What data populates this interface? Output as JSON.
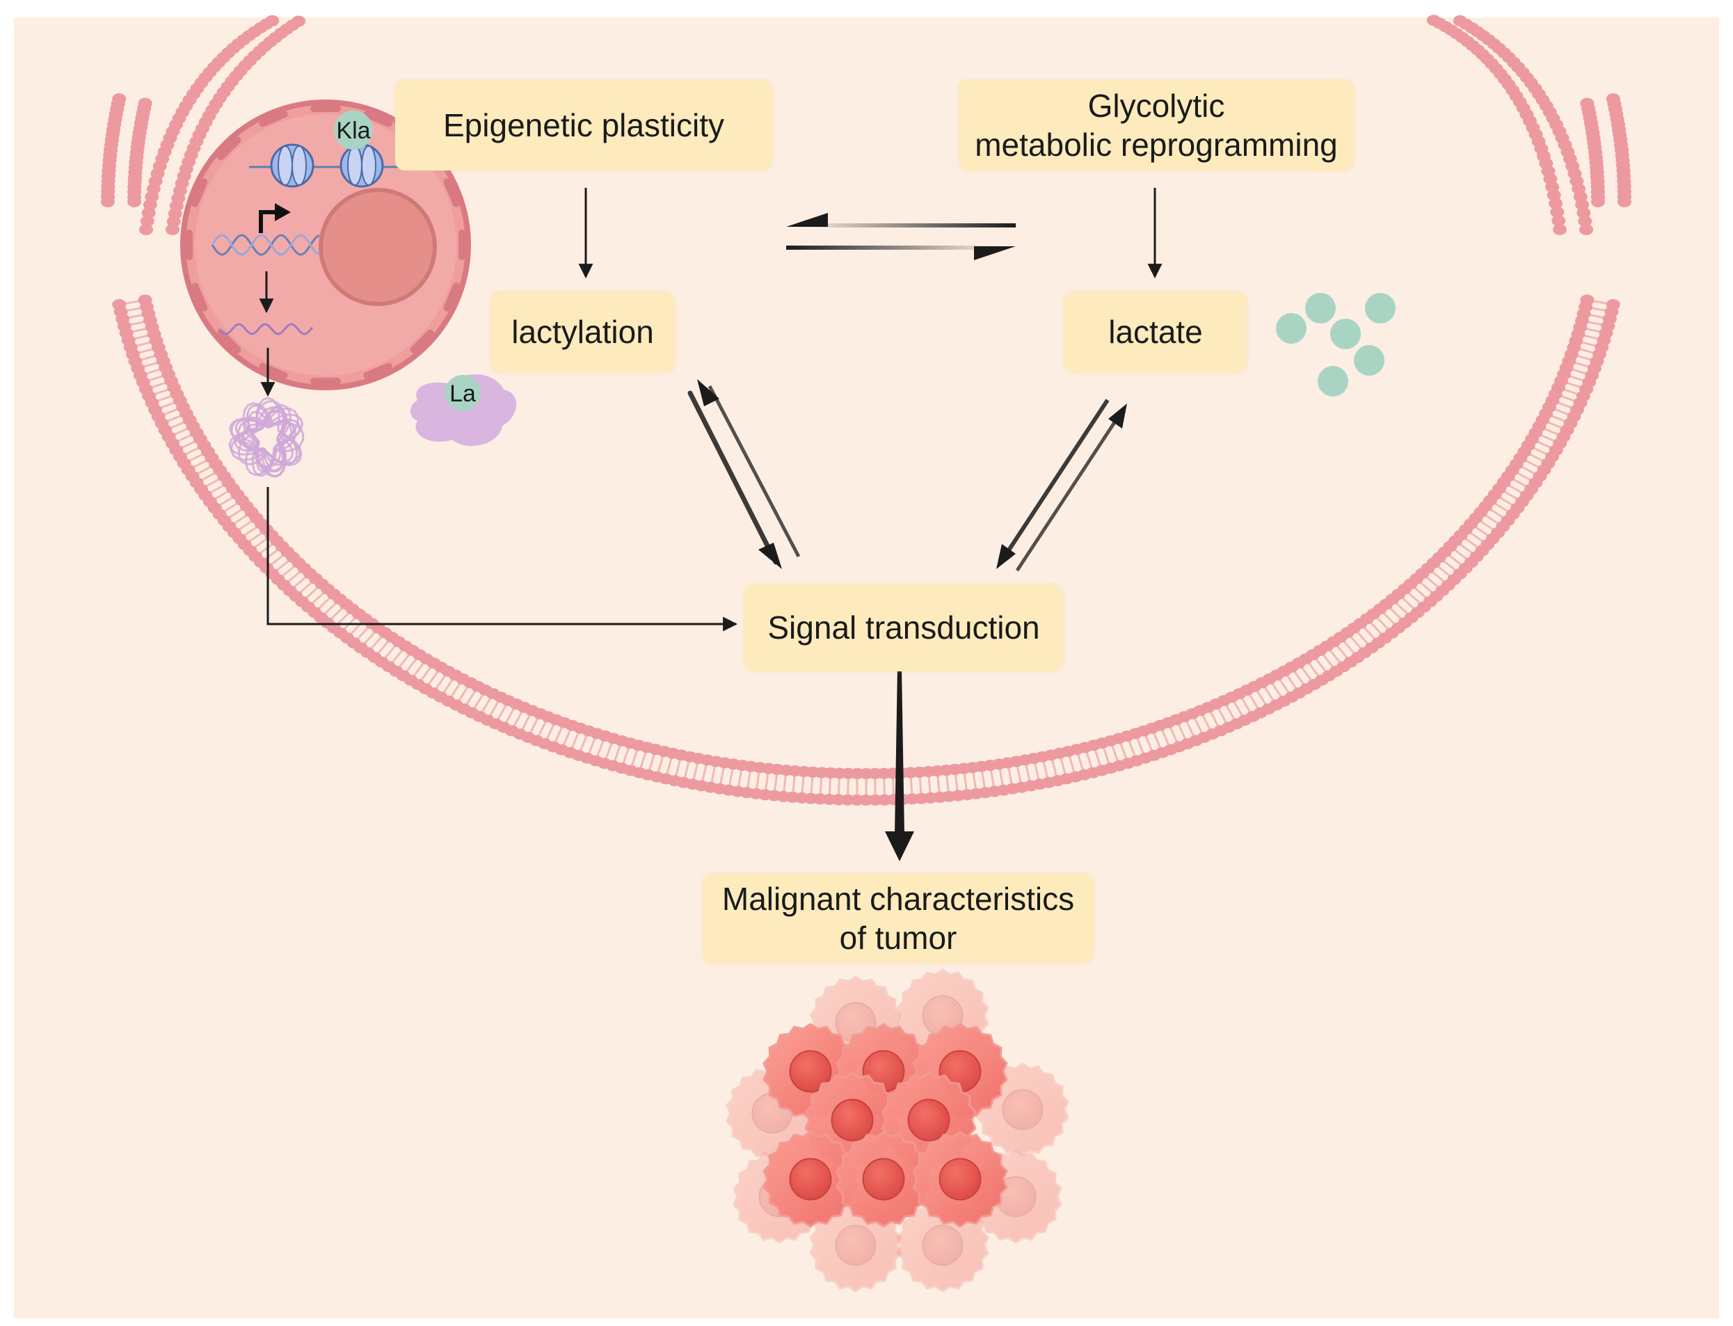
{
  "colors": {
    "background": "#fdeee3",
    "membrane": "#ec9aa0",
    "box_fill": "#fdebbd",
    "cell_body": "#ef9e9e",
    "nucleus": "#e48f8a",
    "lactate_ball": "#a9d4c4",
    "tumor_cell": "#f37c78",
    "arrow": "#1b1b1b"
  },
  "boxes": {
    "epigenetic": "Epigenetic plasticity",
    "glycolytic_line1": "Glycolytic",
    "glycolytic_line2": "metabolic reprogramming",
    "lactylation": "lactylation",
    "lactate": "lactate",
    "signal": "Signal transduction",
    "malignant_line1": "Malignant characteristics",
    "malignant_line2": "of tumor"
  },
  "labels": {
    "kla": "Kla",
    "la": "La"
  },
  "icons": [
    "cell-icon",
    "histone-icon",
    "dna-icon",
    "mrna-icon",
    "protein-icon",
    "la-protein-icon",
    "lactate-molecules-icon",
    "tumor-cluster-icon"
  ]
}
